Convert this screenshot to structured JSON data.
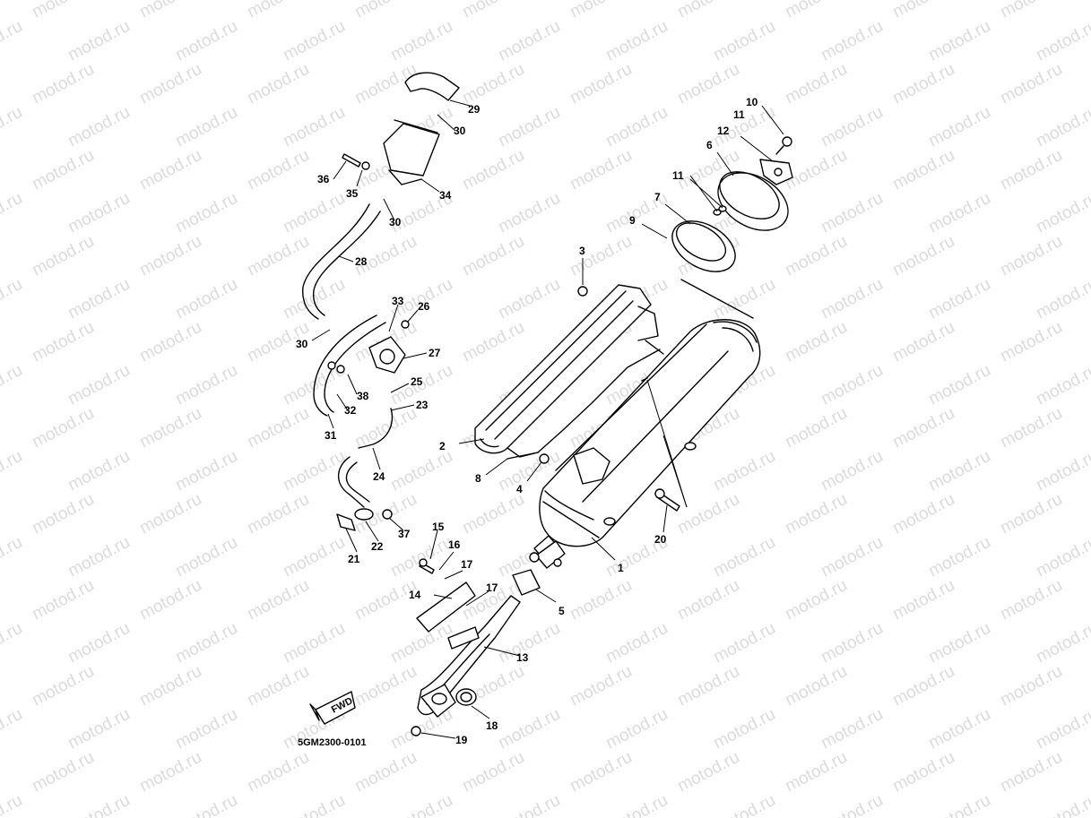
{
  "watermark": "motod.ru",
  "diagram_code": "5GM2300-0101",
  "fwd_label": "FWD",
  "callouts": [
    {
      "id": "c1",
      "text": "1"
    },
    {
      "id": "c2",
      "text": "2"
    },
    {
      "id": "c3",
      "text": "3"
    },
    {
      "id": "c4",
      "text": "4"
    },
    {
      "id": "c5",
      "text": "5"
    },
    {
      "id": "c6",
      "text": "6"
    },
    {
      "id": "c7",
      "text": "7"
    },
    {
      "id": "c8",
      "text": "8"
    },
    {
      "id": "c9",
      "text": "9"
    },
    {
      "id": "c10",
      "text": "10"
    },
    {
      "id": "c11a",
      "text": "11"
    },
    {
      "id": "c11b",
      "text": "11"
    },
    {
      "id": "c12",
      "text": "12"
    },
    {
      "id": "c13",
      "text": "13"
    },
    {
      "id": "c14",
      "text": "14"
    },
    {
      "id": "c15",
      "text": "15"
    },
    {
      "id": "c16",
      "text": "16"
    },
    {
      "id": "c17a",
      "text": "17"
    },
    {
      "id": "c17b",
      "text": "17"
    },
    {
      "id": "c18",
      "text": "18"
    },
    {
      "id": "c19",
      "text": "19"
    },
    {
      "id": "c20",
      "text": "20"
    },
    {
      "id": "c21",
      "text": "21"
    },
    {
      "id": "c22",
      "text": "22"
    },
    {
      "id": "c23",
      "text": "23"
    },
    {
      "id": "c24",
      "text": "24"
    },
    {
      "id": "c25",
      "text": "25"
    },
    {
      "id": "c26",
      "text": "26"
    },
    {
      "id": "c27",
      "text": "27"
    },
    {
      "id": "c28",
      "text": "28"
    },
    {
      "id": "c29",
      "text": "29"
    },
    {
      "id": "c30a",
      "text": "30"
    },
    {
      "id": "c30b",
      "text": "30"
    },
    {
      "id": "c30c",
      "text": "30"
    },
    {
      "id": "c31",
      "text": "31"
    },
    {
      "id": "c32",
      "text": "32"
    },
    {
      "id": "c33",
      "text": "33"
    },
    {
      "id": "c34",
      "text": "34"
    },
    {
      "id": "c35",
      "text": "35"
    },
    {
      "id": "c36",
      "text": "36"
    },
    {
      "id": "c37",
      "text": "37"
    },
    {
      "id": "c38",
      "text": "38"
    }
  ]
}
